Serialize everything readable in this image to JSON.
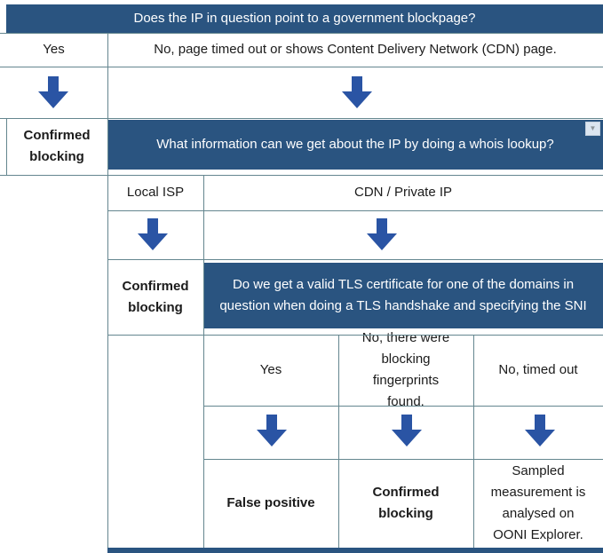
{
  "colors": {
    "header_bg": "#2a5480",
    "arrow_blue": "#2a54a4",
    "cell_border": "#64868f",
    "text": "#1b1b1b",
    "header_text": "#ffffff",
    "dropdown_bg": "#dbe5f0"
  },
  "icons": {
    "collapse_dropdown": "▼",
    "flow_arrow": "down-arrow"
  },
  "decision_tree": {
    "q1": {
      "question": "Does the IP in question point to a government blockpage?",
      "answer_yes": "Yes",
      "answer_no": "No, page timed out or shows Content Delivery Network (CDN) page."
    },
    "outcome_q1_yes": "Confirmed blocking",
    "q2": {
      "question": "What information can we get about the IP by doing a whois lookup?",
      "answer_local_isp": "Local ISP",
      "answer_cdn": "CDN / Private IP"
    },
    "outcome_q2_local_isp": "Confirmed blocking",
    "q3": {
      "question": "Do we get a valid TLS certificate for one of the domains in question when doing a TLS handshake and specifying the SNI",
      "answer_yes": "Yes",
      "answer_no_fingerprints": "No, there were blocking fingerprints found.",
      "answer_no_timeout": "No, timed out"
    },
    "outcome_q3_yes": "False positive",
    "outcome_q3_no_fingerprints": "Confirmed blocking",
    "outcome_q3_no_timeout": "Sampled measurement is analysed on OONI Explorer."
  }
}
